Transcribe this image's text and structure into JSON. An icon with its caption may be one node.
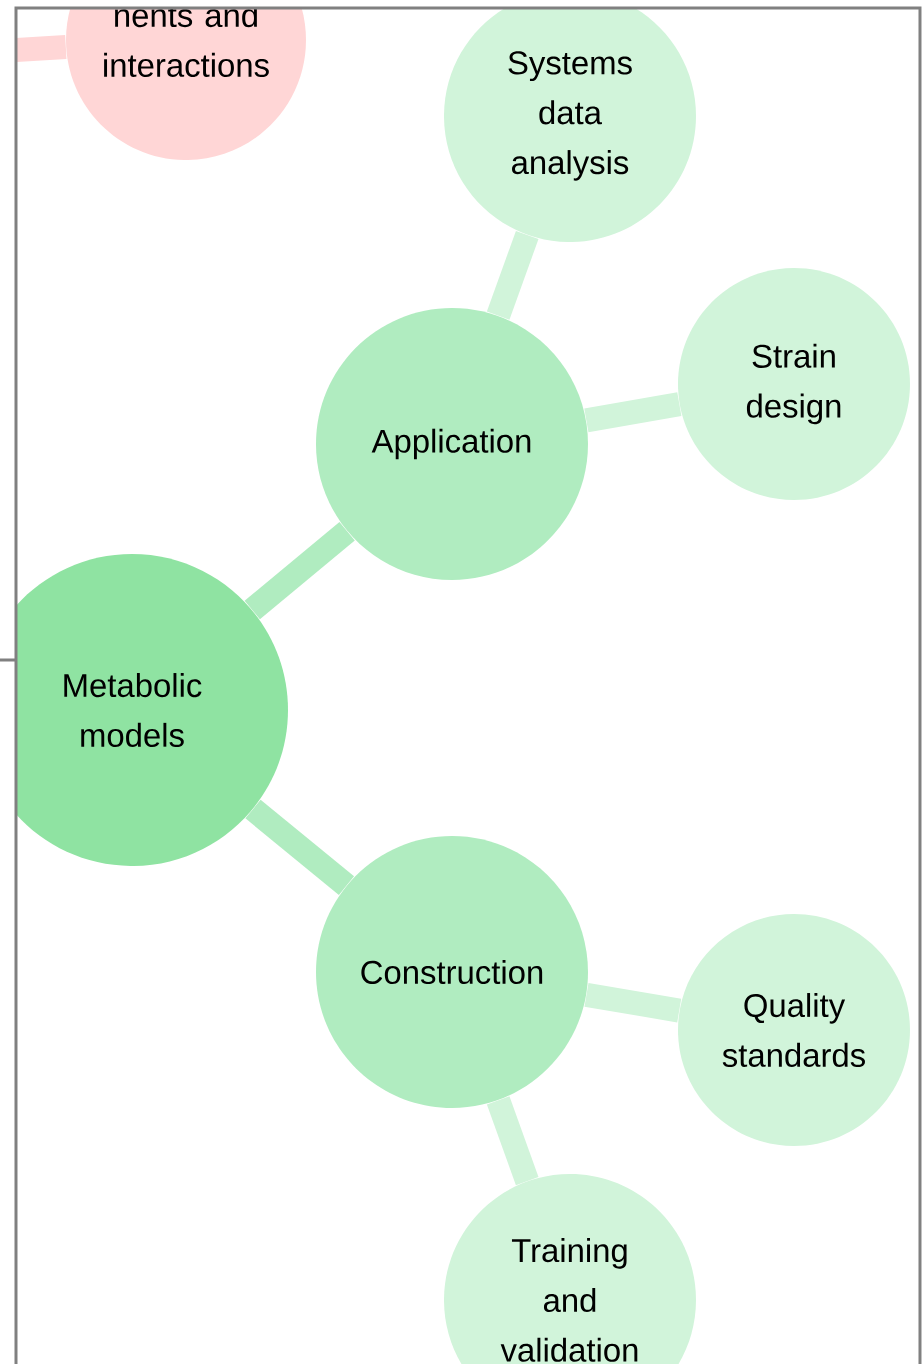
{
  "diagram": {
    "nodes": [
      {
        "text": [
          "nents and interactions"
        ]
      },
      {
        "text": [
          "Metabolic models"
        ]
      },
      {
        "text": [
          "Application"
        ]
      },
      {
        "text": [
          "Systems data analysis"
        ]
      },
      {
        "text": [
          "Strain design"
        ]
      },
      {
        "text": [
          "Construction"
        ]
      },
      {
        "text": [
          "Quality standards"
        ]
      },
      {
        "text": [
          "Training and validation"
        ]
      }
    ],
    "edges": [
      {
        "from": null,
        "to": 0,
        "arrow": "none"
      },
      {
        "from": 1,
        "to": 2,
        "arrow": "none"
      },
      {
        "from": 2,
        "to": 3,
        "arrow": "none"
      },
      {
        "from": 2,
        "to": 4,
        "arrow": "none"
      },
      {
        "from": 1,
        "to": 5,
        "arrow": "none"
      },
      {
        "from": 5,
        "to": 6,
        "arrow": "none"
      },
      {
        "from": 5,
        "to": 7,
        "arrow": "none"
      }
    ]
  }
}
